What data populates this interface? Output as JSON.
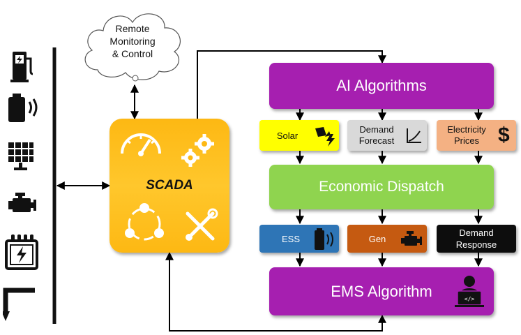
{
  "cloud": {
    "label": "Remote\nMonitoring\n& Control"
  },
  "scada": {
    "label": "SCADA"
  },
  "ai": {
    "label": "AI Algorithms"
  },
  "inputs": {
    "solar": "Solar",
    "demand_forecast": "Demand\nForecast",
    "electricity_prices": "Electricity\nPrices"
  },
  "dispatch": {
    "label": "Economic Dispatch"
  },
  "assets": {
    "ess": "ESS",
    "gen": "Gen",
    "demand_response": "Demand\nResponse"
  },
  "ems": {
    "label": "EMS Algorithm"
  },
  "left_icons": [
    "ev-charger-icon",
    "battery-icon",
    "solar-panel-icon",
    "engine-icon",
    "transformer-icon",
    "load-arrow-icon"
  ],
  "colors": {
    "purple": "#a61fb0",
    "green": "#8fd44f",
    "orange_scada": "#fdb813",
    "solar": "#ffff00",
    "demand": "#d9d9d9",
    "prices": "#f4b183",
    "ess": "#2e75b6",
    "gen": "#c55a11",
    "dr": "#0d0d0d"
  }
}
